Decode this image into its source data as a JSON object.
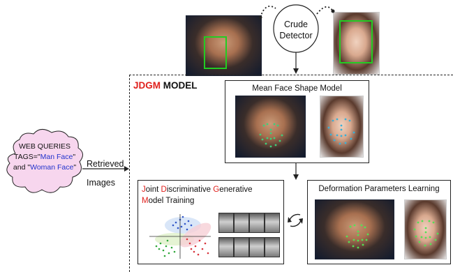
{
  "detector": {
    "line1": "Crude",
    "line2": "Detector"
  },
  "model": {
    "title_red": "JDGM",
    "title_rest": " MODEL"
  },
  "mean_face": {
    "title": "Mean Face Shape Model"
  },
  "web": {
    "line1": "WEB QUERIES",
    "tags_prefix": "TAGS=\"",
    "tag1": "Man Face",
    "tags_suffix": "\"",
    "and_prefix": "and \"",
    "tag2": "Woman Face",
    "and_suffix": "\""
  },
  "retrieved": {
    "line1": "Retrieved",
    "line2": "Images"
  },
  "jdgm_box": {
    "j": "J",
    "oint": "oint ",
    "d": "D",
    "iscr": "iscriminative ",
    "g": "G",
    "enerative": "enerative",
    "m": "M",
    "odel": "odel Training"
  },
  "deform": {
    "title": "Deformation Parameters Learning"
  },
  "colors": {
    "accent_red": "#e0201c",
    "tag_blue": "#2233cc",
    "cloud_fill": "#f7d6ee",
    "box_green": "#22cc22"
  }
}
